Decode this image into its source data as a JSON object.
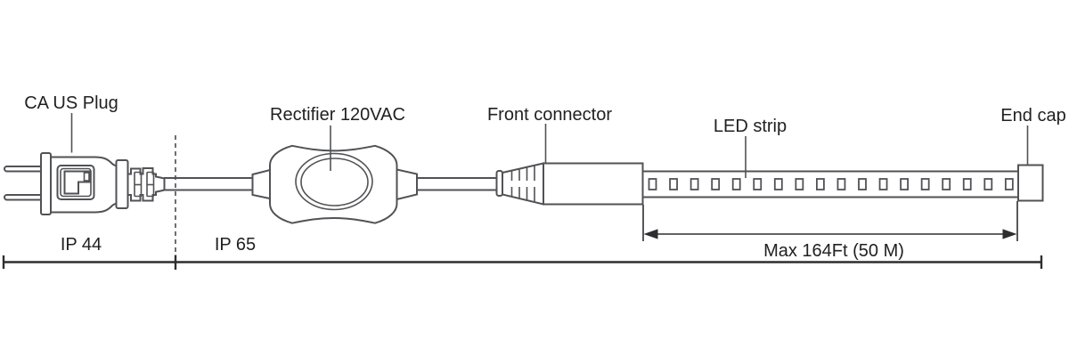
{
  "labels": {
    "plug": "CA US Plug",
    "rectifier": "Rectifier 120VAC",
    "front_connector": "Front connector",
    "led_strip": "LED strip",
    "end_cap": "End cap"
  },
  "zones": {
    "left": "IP 44",
    "right": "IP 65"
  },
  "dimension": {
    "max_length": "Max 164Ft (50 M)"
  },
  "led_strip": {
    "chip_count": 18
  },
  "colors": {
    "line": "#515255",
    "dark": "#2e2e30",
    "dash": "#6e6f71",
    "text": "#222021",
    "background": "#ffffff"
  }
}
